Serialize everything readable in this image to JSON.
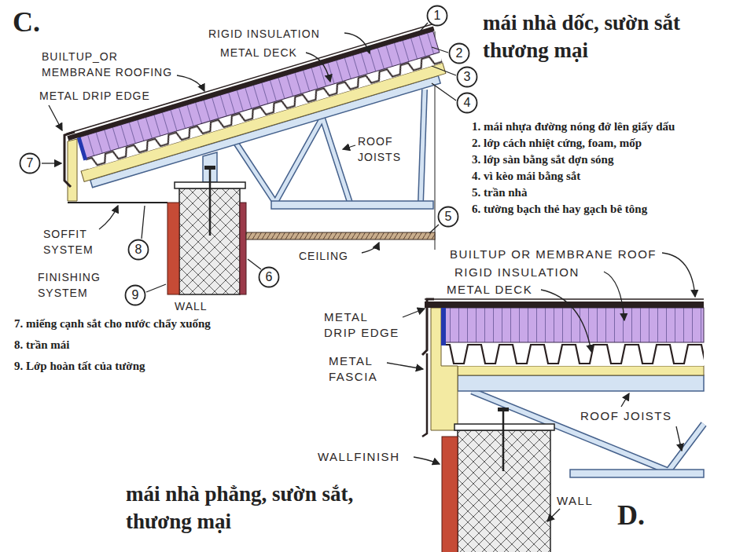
{
  "diagram": {
    "nodes": [
      {
        "text": [
          "1"
        ]
      },
      {
        "text": [
          "2"
        ]
      },
      {
        "text": [
          "3"
        ]
      },
      {
        "text": [
          "4"
        ]
      },
      {
        "text": [
          "5"
        ]
      },
      {
        "text": [
          "6"
        ]
      },
      {
        "text": [
          "7"
        ]
      },
      {
        "text": [
          "8"
        ]
      },
      {
        "text": [
          "9"
        ]
      }
    ],
    "labels": [
      "C.",
      "mái nhà dốc, sườn sắt thương mại",
      "RIGID INSULATION",
      "METAL DECK",
      "BUILTUP_OR MEMBRANE ROOFING",
      "METAL DRIP EDGE",
      "ROOF JOISTS",
      "SOFFIT SYSTEM",
      "FINISHING SYSTEM",
      "WALL",
      "CEILING",
      "1. mái nhựa đường nóng đở lên giấy dấu",
      "2. lớp cách nhiệt cứng, foam, mốp",
      "3. lớp sàn bằng sắt dợn sóng",
      "4. vì kèo mái bằng sắt",
      "5. trần nhà",
      "6. tường bạch thẻ hay gạch bê tông",
      "7. miếng cạnh sắt cho nước chẩy xuống",
      "8. trần mái",
      "9. Lớp hoàn tất của tường",
      "BUILTUP OR MEMBRANE ROOF",
      "RIGID INSULATION",
      "METAL DECK",
      "METAL DRIP EDGE",
      "METAL FASCIA",
      "ROOF JOISTS",
      "WALLFINISH",
      "WALL",
      "mái nhà phẳng, sườn sắt, thương mại",
      "D."
    ]
  }
}
